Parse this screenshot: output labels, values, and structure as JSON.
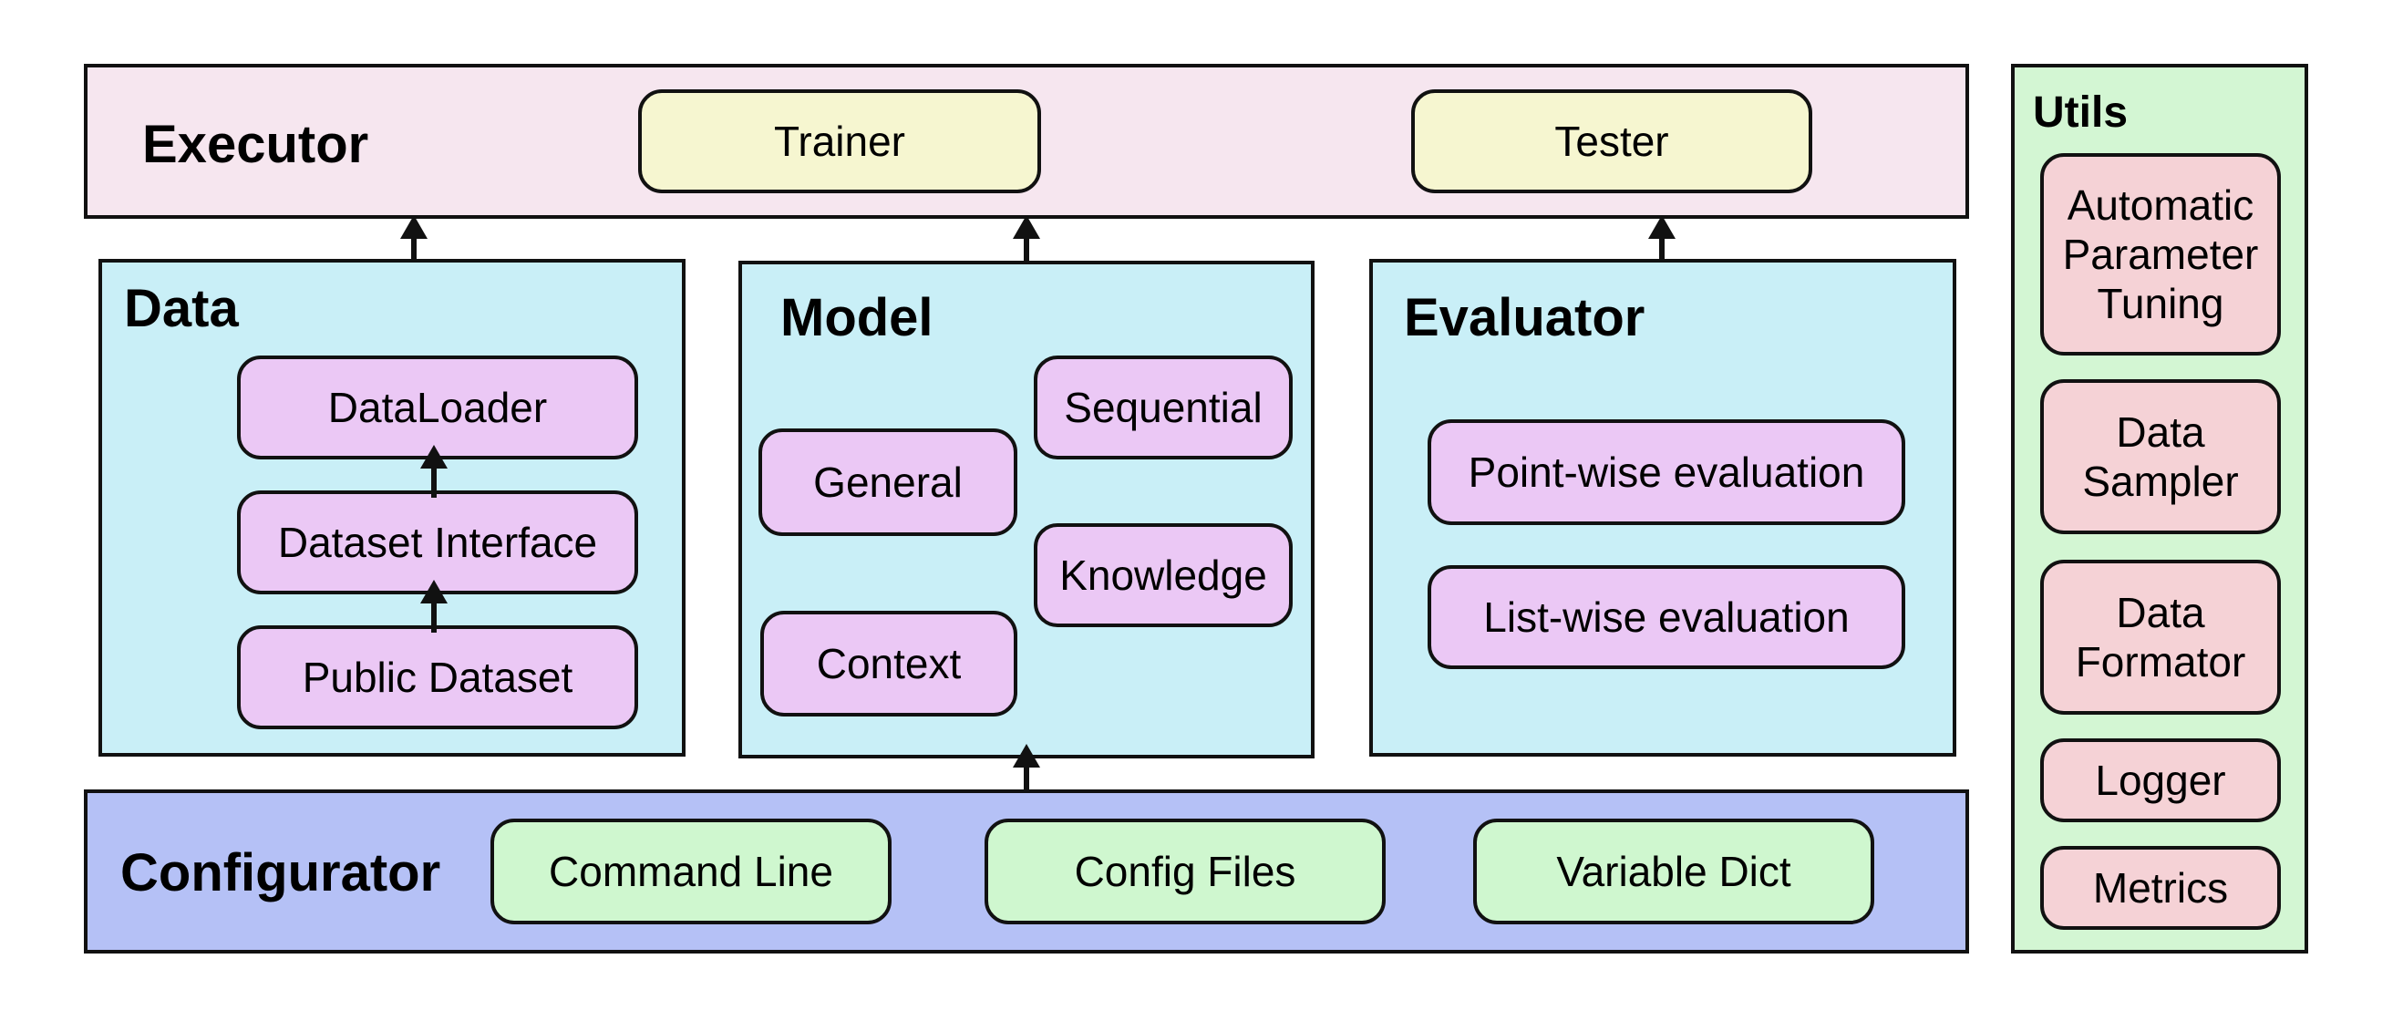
{
  "executor": {
    "title": "Executor",
    "trainer": "Trainer",
    "tester": "Tester"
  },
  "data": {
    "title": "Data",
    "items": [
      "DataLoader",
      "Dataset Interface",
      "Public Dataset"
    ]
  },
  "model": {
    "title": "Model",
    "general": "General",
    "context": "Context",
    "sequential": "Sequential",
    "knowledge": "Knowledge"
  },
  "evaluator": {
    "title": "Evaluator",
    "items": [
      "Point-wise evaluation",
      "List-wise evaluation"
    ]
  },
  "configurator": {
    "title": "Configurator",
    "items": [
      "Command Line",
      "Config Files",
      "Variable Dict"
    ]
  },
  "utils": {
    "title": "Utils",
    "items": [
      "Automatic\nParameter\nTuning",
      "Data\nSampler",
      "Data\nFormator",
      "Logger",
      "Metrics"
    ]
  },
  "colors": {
    "executor": "#f6e6ef",
    "module": "#c9eff7",
    "configurator": "#b5c1f6",
    "utils": "#d3f6d3",
    "executor_item": "#f6f6d0",
    "module_item": "#ebc8f5",
    "config_item": "#cff7cf",
    "utils_item": "#f5d2d6"
  }
}
